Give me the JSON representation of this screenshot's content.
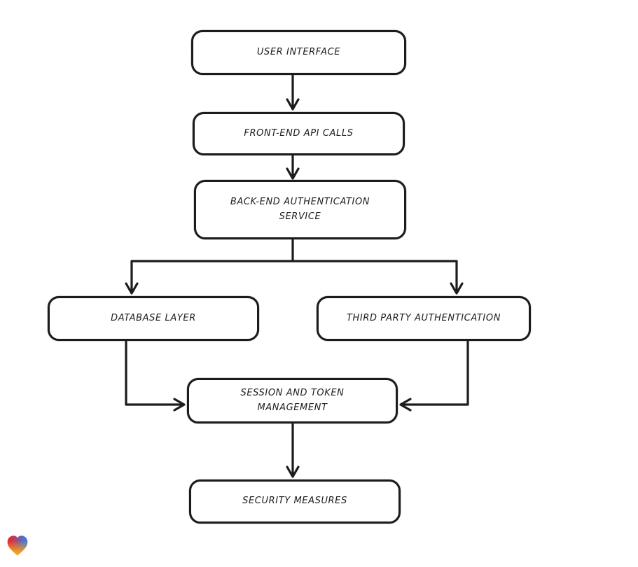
{
  "canvas": {
    "background": "#ffffff",
    "stroke_color": "#1c1c1c",
    "node_fill": "#ffffff",
    "text_color": "#1d1d1d"
  },
  "diagram": {
    "type": "flowchart",
    "direction": "top-down",
    "nodes": [
      {
        "id": "user-interface",
        "label": "USER INTERFACE"
      },
      {
        "id": "front-end-api-calls",
        "label": "FRONT-END API CALLS"
      },
      {
        "id": "back-end-authentication-service",
        "label": "BACK-END AUTHENTICATION\nSERVICE"
      },
      {
        "id": "database-layer",
        "label": "DATABASE LAYER"
      },
      {
        "id": "third-party-authentication",
        "label": "THIRD PARTY AUTHENTICATION"
      },
      {
        "id": "session-and-token-management",
        "label": "SESSION AND TOKEN\nMANAGEMENT"
      },
      {
        "id": "security-measures",
        "label": "SECURITY MEASURES"
      }
    ],
    "edges": [
      {
        "from": "user-interface",
        "to": "front-end-api-calls"
      },
      {
        "from": "front-end-api-calls",
        "to": "back-end-authentication-service"
      },
      {
        "from": "back-end-authentication-service",
        "to": "database-layer"
      },
      {
        "from": "back-end-authentication-service",
        "to": "third-party-authentication"
      },
      {
        "from": "database-layer",
        "to": "session-and-token-management"
      },
      {
        "from": "third-party-authentication",
        "to": "session-and-token-management"
      },
      {
        "from": "session-and-token-management",
        "to": "security-measures"
      }
    ]
  },
  "watermark": {
    "icon": "heart-logo",
    "colors": {
      "red": "#e8262d",
      "blue": "#2f80ed",
      "orange": "#f5a01e"
    }
  }
}
